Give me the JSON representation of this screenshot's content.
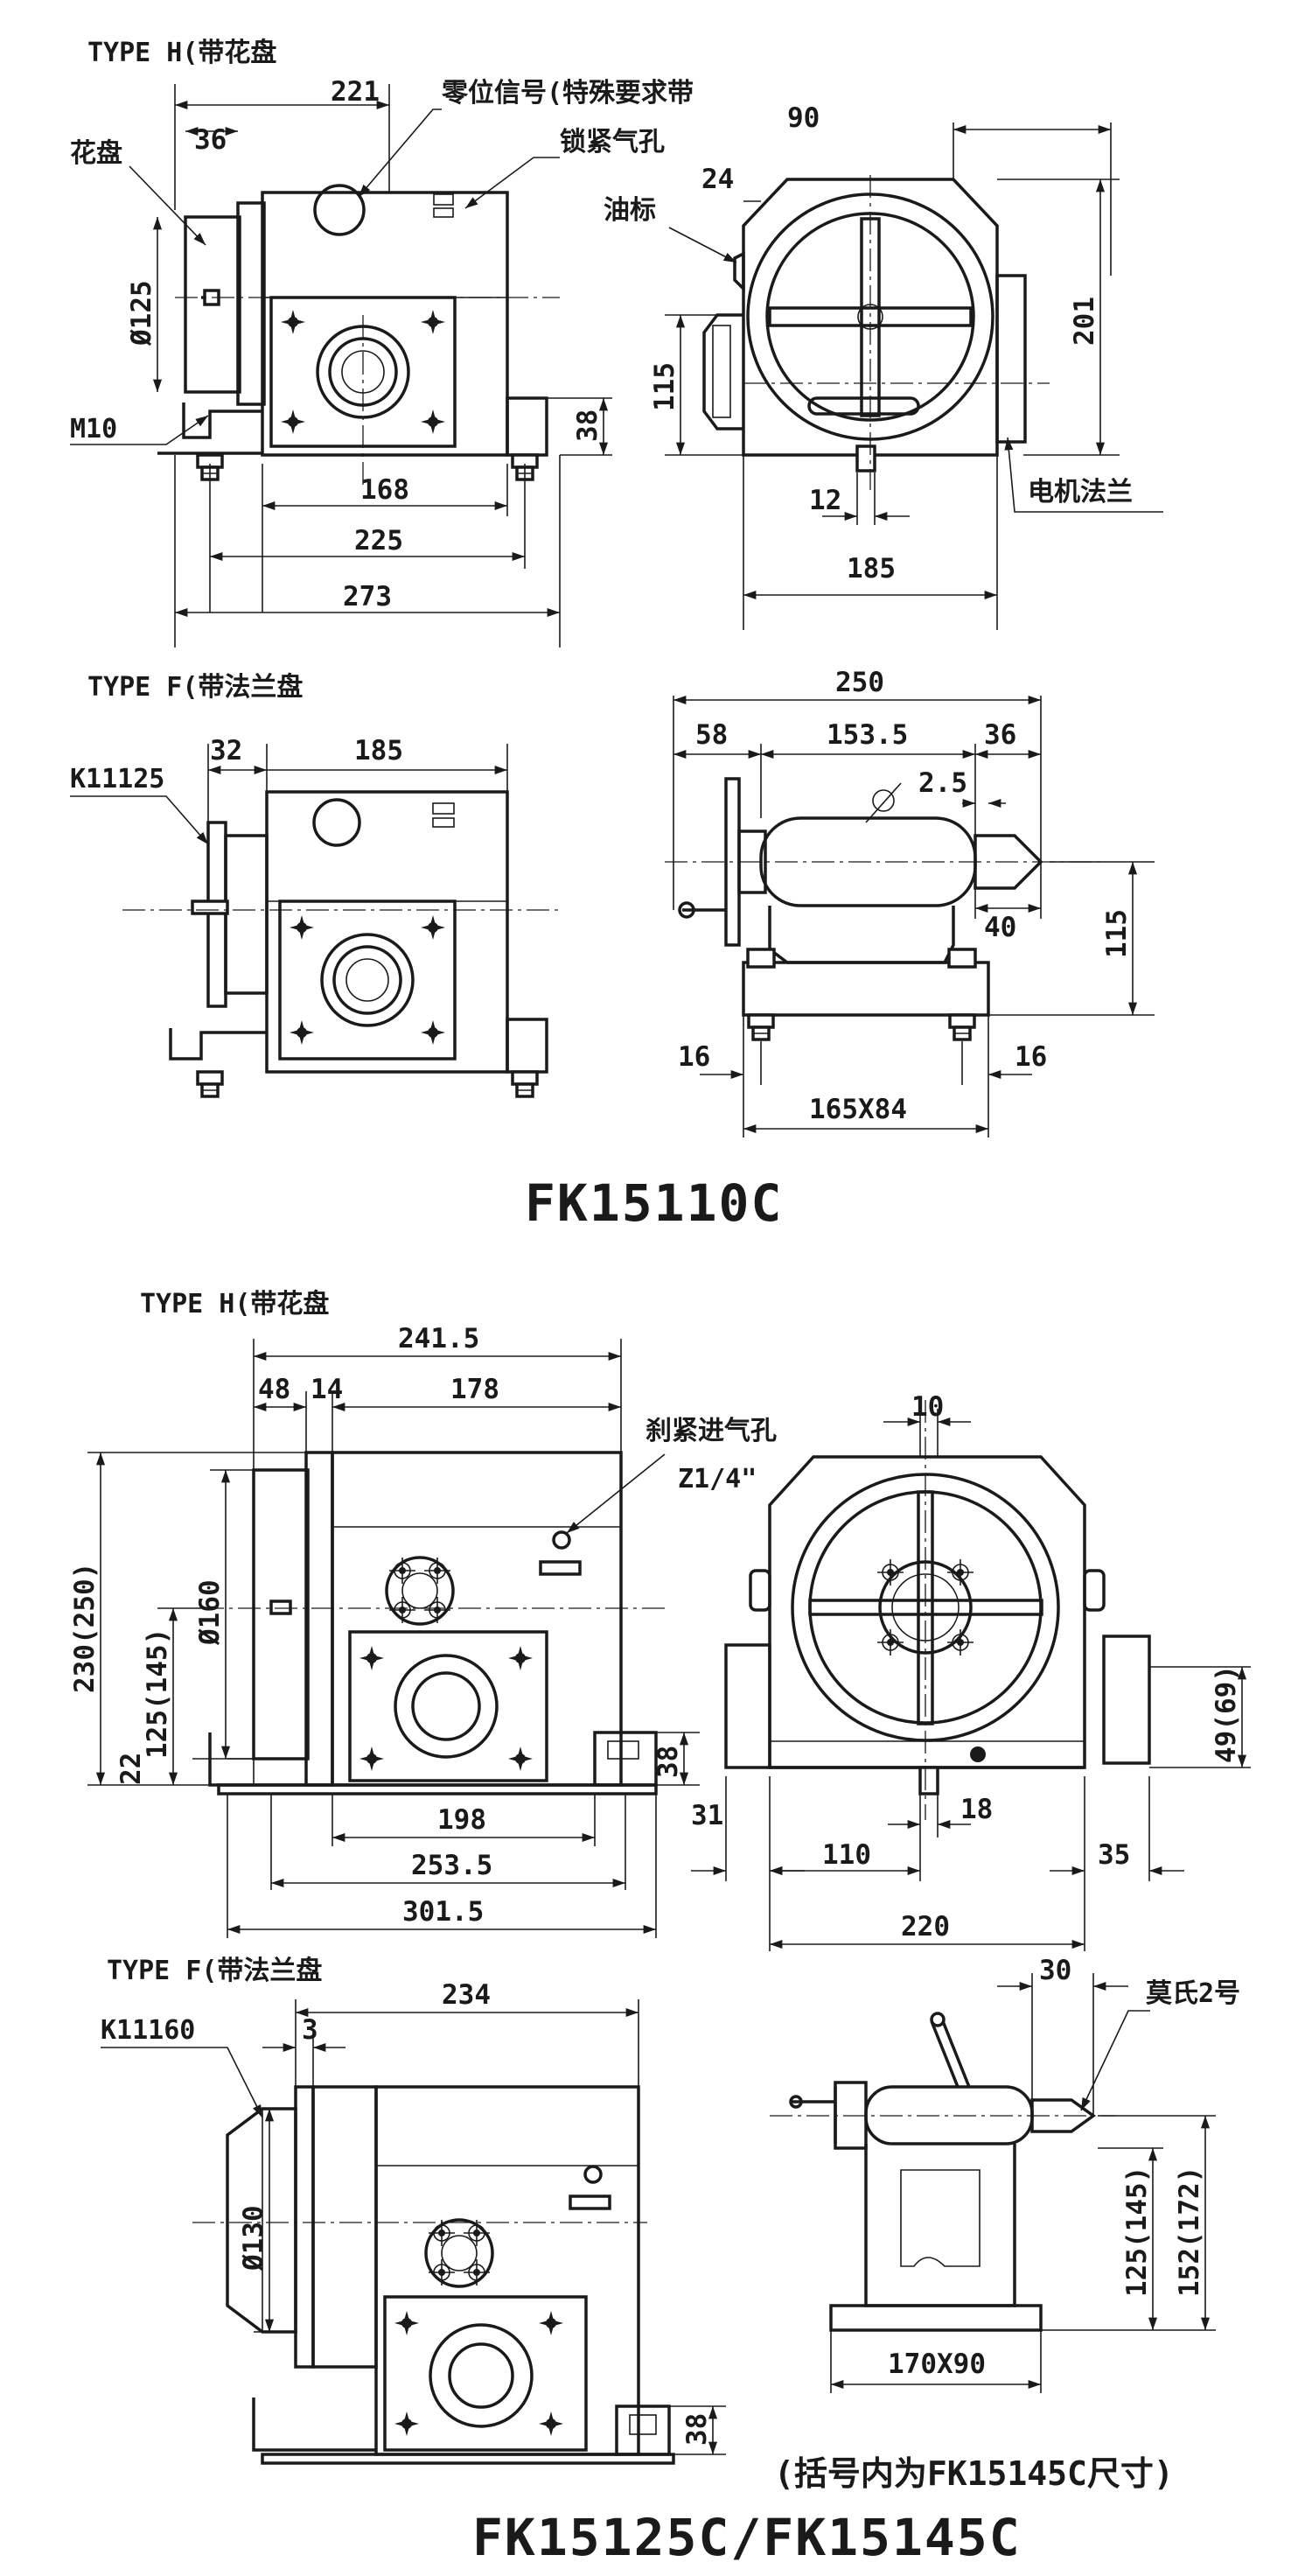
{
  "colors": {
    "ink": "#1a1a1a",
    "paper": "#ffffff"
  },
  "fk15110c": {
    "model_title": "FK15110C",
    "type_h": {
      "label": "TYPE H(带花盘",
      "callouts": {
        "faceplate": "花盘",
        "zero_signal": "零位信号(特殊要求带",
        "lock_hole": "锁紧气孔",
        "oil_gauge": "油标",
        "motor_flange": "电机法兰",
        "bolt": "M10"
      },
      "dims": {
        "d221": "221",
        "d36": "36",
        "d90": "90",
        "d24": "24",
        "d125": "Ø125",
        "d115": "115",
        "d201": "201",
        "d38": "38",
        "d168": "168",
        "d225": "225",
        "d273": "273",
        "d12": "12",
        "d185": "185"
      }
    },
    "type_f": {
      "label": "TYPE F(带法兰盘",
      "callouts": {
        "flange_code": "K11125"
      },
      "dims": {
        "d32": "32",
        "d185": "185",
        "d250": "250",
        "d58": "58",
        "d153_5": "153.5",
        "d36": "36",
        "d2_5": "2.5",
        "d40": "40",
        "d115": "115",
        "d16a": "16",
        "d16b": "16",
        "d165x84": "165X84"
      }
    }
  },
  "fk15125c": {
    "model_title": "FK15125C/FK15145C",
    "note": "(括号内为FK15145C尺寸)",
    "type_h": {
      "label": "TYPE H(带花盘",
      "callouts": {
        "brake_air": "刹紧进气孔",
        "thread": "Z1/4\""
      },
      "dims": {
        "d241_5": "241.5",
        "d48": "48",
        "d14": "14",
        "d178": "178",
        "d10": "10",
        "d230": "230(250)",
        "d160": "Ø160",
        "d125": "125(145)",
        "d22": "22",
        "d38": "38",
        "d198": "198",
        "d253_5": "253.5",
        "d301_5": "301.5",
        "d31": "31",
        "d18": "18",
        "d110": "110",
        "d35": "35",
        "d220": "220",
        "d49": "49(69)"
      }
    },
    "type_f": {
      "label": "TYPE F(带法兰盘",
      "callouts": {
        "flange_code": "K11160",
        "morse": "莫氏2号"
      },
      "dims": {
        "d234": "234",
        "d3": "3",
        "d30": "30",
        "d130": "Ø130",
        "d125": "125(145)",
        "d152": "152(172)",
        "d38": "38",
        "d170x90": "170X90"
      }
    }
  }
}
